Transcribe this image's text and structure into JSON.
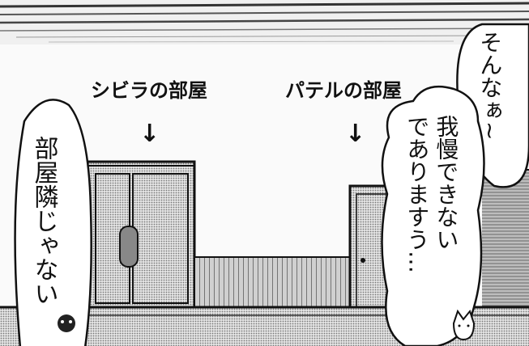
{
  "labels": {
    "room_left": "シビラの部屋",
    "room_right": "パテルの部屋",
    "arrow": "↓"
  },
  "bubbles": {
    "left": "部屋隣じゃない",
    "right_top": "そんなぁ~",
    "right_col1": "我慢できない",
    "right_col2": "でありますう…"
  },
  "colors": {
    "ink": "#111111",
    "screentone": "#9a9a9a",
    "paper": "#fafafa"
  }
}
